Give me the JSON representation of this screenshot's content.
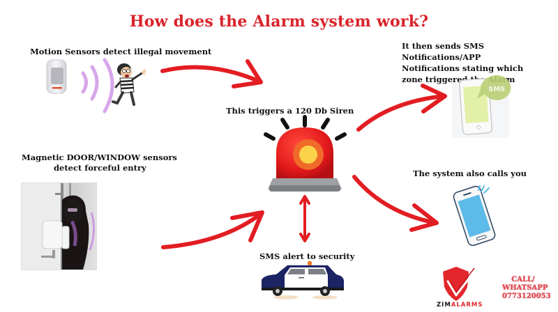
{
  "title": "How does the Alarm system work?",
  "colors": {
    "accent_red": "#d9232a",
    "text_dark": "#111111",
    "wave_purple": "#d7a6ea",
    "phone_blue": "#59b9e8",
    "sms_green": "#dbeaa0"
  },
  "steps": {
    "motion": {
      "label": "Motion Sensors detect illegal movement",
      "icons": [
        "motion-sensor-icon",
        "signal-waves-icon",
        "burglar-icon"
      ]
    },
    "door": {
      "label_line1": "Magnetic DOOR/WINDOW  sensors",
      "label_line2": "detect forceful entry",
      "icons": [
        "door-sensor-photo"
      ]
    },
    "siren": {
      "label": "This triggers a 120 Db Siren",
      "icons": [
        "siren-icon"
      ]
    },
    "sms": {
      "label_lines": [
        "It then sends SMS",
        "Notifications/APP",
        "Notifications stating which",
        "zone triggered the Alarm"
      ],
      "bubble_text": "SMS",
      "icons": [
        "smartphone-sms-icon"
      ]
    },
    "call": {
      "label": "The system also calls you",
      "icons": [
        "ringing-phone-icon"
      ]
    },
    "security": {
      "label": "SMS alert to security",
      "icons": [
        "police-car-icon"
      ]
    }
  },
  "logo": {
    "brand_left": "ZIM",
    "brand_right": "ALARMS",
    "cta_line1": "CALL/",
    "cta_line2": "WHATSAPP",
    "cta_line3": "0773120053"
  }
}
